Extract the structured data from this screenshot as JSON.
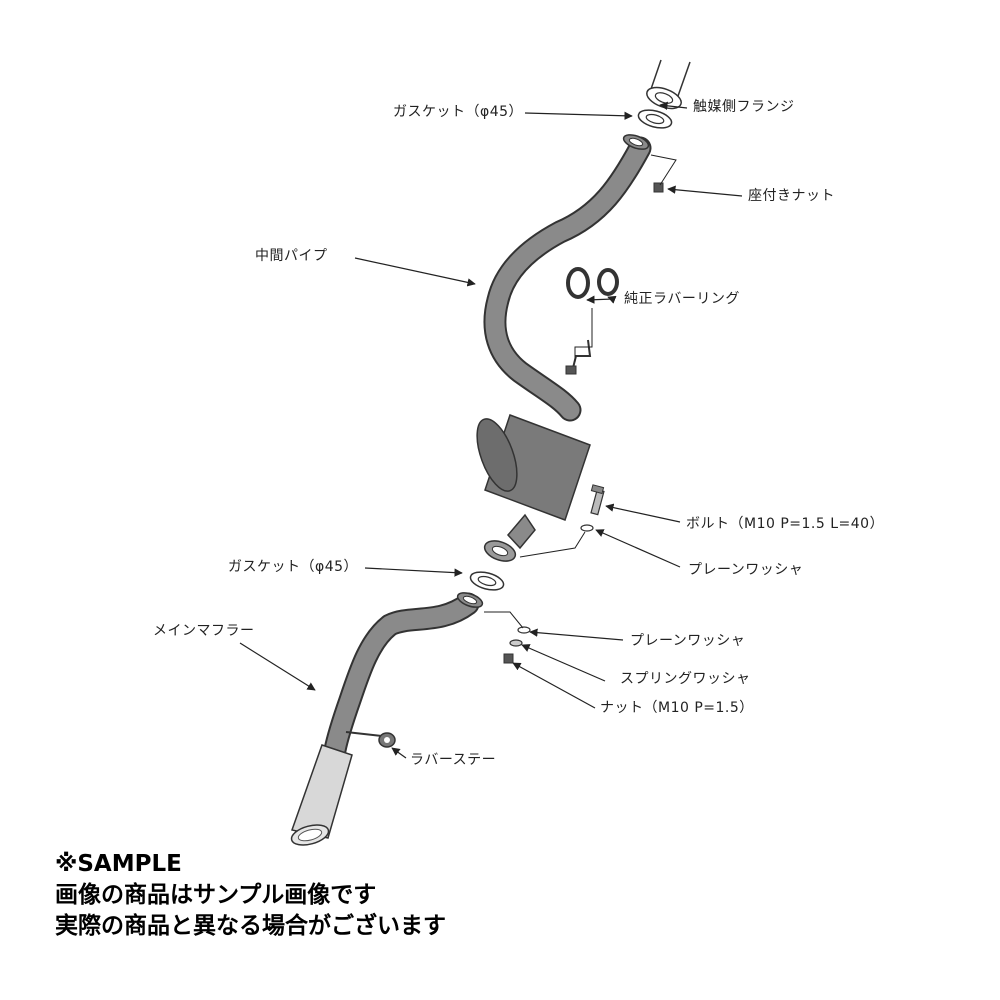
{
  "diagram": {
    "labels": {
      "gasket_top": "ガスケット（φ45）",
      "cat_flange": "触媒側フランジ",
      "seated_nut": "座付きナット",
      "center_pipe": "中間パイプ",
      "rubber_ring": "純正ラバーリング",
      "bolt": "ボルト（M10 P=1.5 L=40）",
      "plain_washer_1": "プレーンワッシャ",
      "gasket_bottom": "ガスケット（φ45）",
      "main_muffler": "メインマフラー",
      "plain_washer_2": "プレーンワッシャ",
      "spring_washer": "スプリングワッシャ",
      "nut": "ナット（M10 P=1.5）",
      "rubber_stay": "ラバーステー"
    },
    "colors": {
      "pipe_fill": "#8a8a8a",
      "pipe_stroke": "#333333",
      "muffler_fill": "#7a7a7a",
      "tail_fill": "#d8d8d8",
      "line": "#222222"
    }
  },
  "notice": {
    "line1": "※SAMPLE",
    "line2": "画像の商品はサンプル画像です",
    "line3": "実際の商品と異なる場合がございます"
  }
}
